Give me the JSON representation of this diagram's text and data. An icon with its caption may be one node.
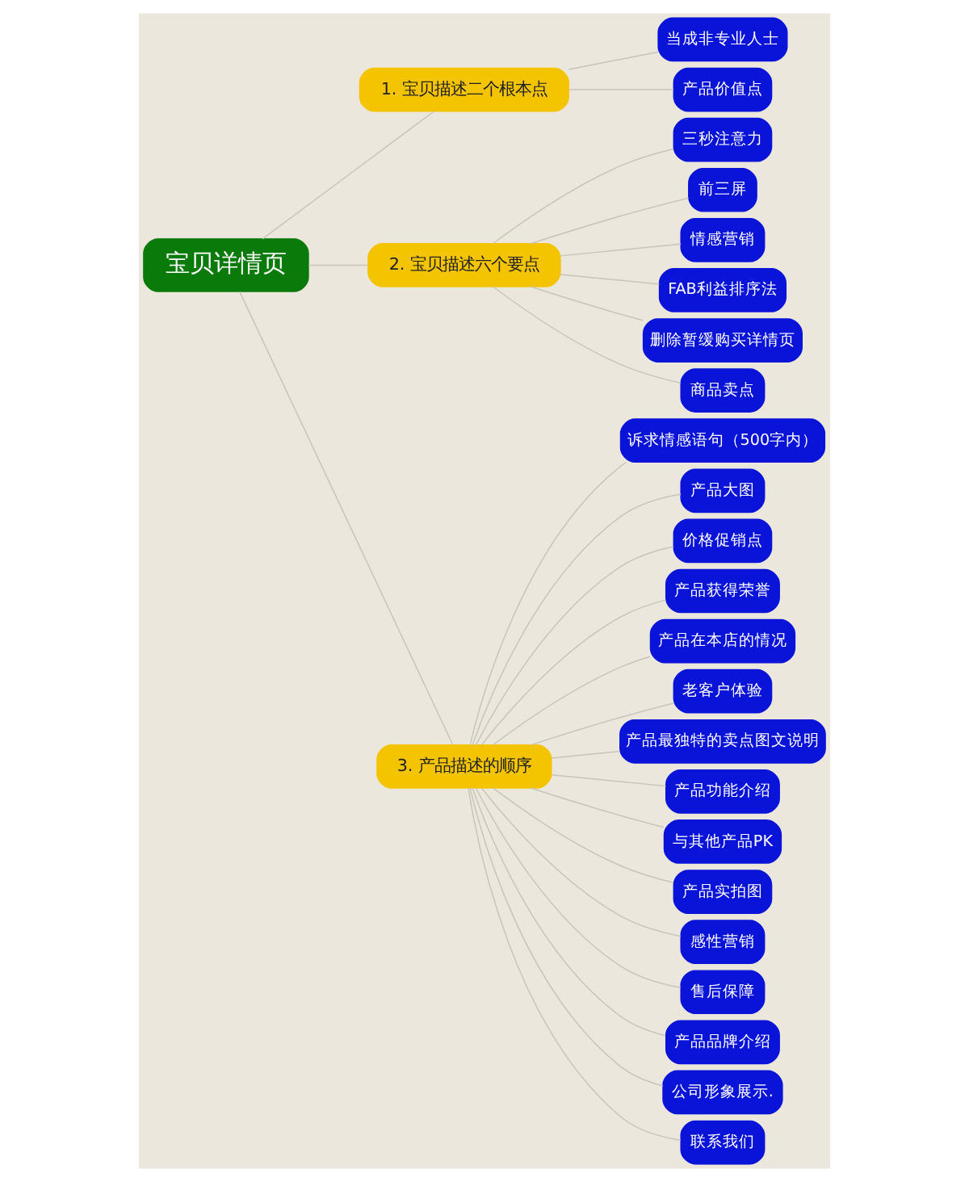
{
  "diagram": {
    "nodes": [
      {
        "text": [
          "宝贝详情页"
        ]
      },
      {
        "text": [
          "1. 宝贝描述二个根本点"
        ]
      },
      {
        "text": [
          "当成非专业人士"
        ]
      },
      {
        "text": [
          "产品价值点"
        ]
      },
      {
        "text": [
          "2. 宝贝描述六个要点"
        ]
      },
      {
        "text": [
          "三秒注意力"
        ]
      },
      {
        "text": [
          "前三屏"
        ]
      },
      {
        "text": [
          "情感营销"
        ]
      },
      {
        "text": [
          "FAB利益排序法"
        ]
      },
      {
        "text": [
          "删除暂缓购买详情页"
        ]
      },
      {
        "text": [
          "商品卖点"
        ]
      },
      {
        "text": [
          "3. 产品描述的顺序"
        ]
      },
      {
        "text": [
          "诉求情感语句（500字内）"
        ]
      },
      {
        "text": [
          "产品大图"
        ]
      },
      {
        "text": [
          "价格促销点"
        ]
      },
      {
        "text": [
          "产品获得荣誉"
        ]
      },
      {
        "text": [
          "产品在本店的情况"
        ]
      },
      {
        "text": [
          "老客户体验"
        ]
      },
      {
        "text": [
          "产品最独特的卖点图文说明"
        ]
      },
      {
        "text": [
          "产品功能介绍"
        ]
      },
      {
        "text": [
          "与其他产品PK"
        ]
      },
      {
        "text": [
          "产品实拍图"
        ]
      },
      {
        "text": [
          "感性营销"
        ]
      },
      {
        "text": [
          "售后保障"
        ]
      },
      {
        "text": [
          "产品品牌介绍"
        ]
      },
      {
        "text": [
          "公司形象展示."
        ]
      },
      {
        "text": [
          "联系我们"
        ]
      }
    ],
    "edges": [
      {
        "from": 0,
        "to": 1,
        "arrow": "none"
      },
      {
        "from": 1,
        "to": 2,
        "arrow": "none"
      },
      {
        "from": 1,
        "to": 3,
        "arrow": "none"
      },
      {
        "from": 0,
        "to": 4,
        "arrow": "none"
      },
      {
        "from": 4,
        "to": 5,
        "arrow": "none"
      },
      {
        "from": 4,
        "to": 6,
        "arrow": "none"
      },
      {
        "from": 4,
        "to": 7,
        "arrow": "none"
      },
      {
        "from": 4,
        "to": 8,
        "arrow": "none"
      },
      {
        "from": 4,
        "to": 9,
        "arrow": "none"
      },
      {
        "from": 4,
        "to": 10,
        "arrow": "none"
      },
      {
        "from": 0,
        "to": 11,
        "arrow": "none"
      },
      {
        "from": 11,
        "to": 12,
        "arrow": "none"
      },
      {
        "from": 11,
        "to": 13,
        "arrow": "none"
      },
      {
        "from": 11,
        "to": 14,
        "arrow": "none"
      },
      {
        "from": 11,
        "to": 15,
        "arrow": "none"
      },
      {
        "from": 11,
        "to": 16,
        "arrow": "none"
      },
      {
        "from": 11,
        "to": 17,
        "arrow": "none"
      },
      {
        "from": 11,
        "to": 18,
        "arrow": "none"
      },
      {
        "from": 11,
        "to": 19,
        "arrow": "none"
      },
      {
        "from": 11,
        "to": 20,
        "arrow": "none"
      },
      {
        "from": 11,
        "to": 21,
        "arrow": "none"
      },
      {
        "from": 11,
        "to": 22,
        "arrow": "none"
      },
      {
        "from": 11,
        "to": 23,
        "arrow": "none"
      },
      {
        "from": 11,
        "to": 24,
        "arrow": "none"
      },
      {
        "from": 11,
        "to": 25,
        "arrow": "none"
      },
      {
        "from": 11,
        "to": 26,
        "arrow": "none"
      }
    ]
  }
}
